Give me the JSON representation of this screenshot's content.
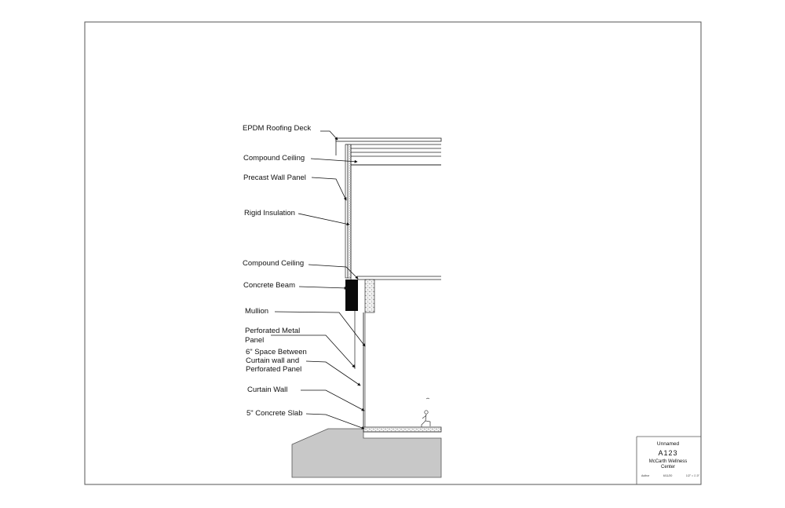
{
  "labels": {
    "epdm": "EPDM Roofing Deck",
    "ceiling_top": "Compound Ceiling",
    "precast": "Precast Wall Panel",
    "rigid": "Rigid Insulation",
    "ceiling_mid": "Compound Ceiling",
    "beam": "Concrete Beam",
    "mullion": "Mullion",
    "perforated_l1": "Perforated Metal",
    "perforated_l2": "Panel",
    "space_l1": "6\" Space Between",
    "space_l2": "Curtain wall and",
    "space_l3": "Perforated Panel",
    "curtain": "Curtain Wall",
    "slab": "5\" Concrete Slab"
  },
  "title_block": {
    "drawing_name": "Unnamed",
    "sheet_number": "A123",
    "project_l1": "McCarth Wellness",
    "project_l2": "Center",
    "author": "Author",
    "date": "6/11/20",
    "scale": "1/2\" = 1'-0\""
  }
}
